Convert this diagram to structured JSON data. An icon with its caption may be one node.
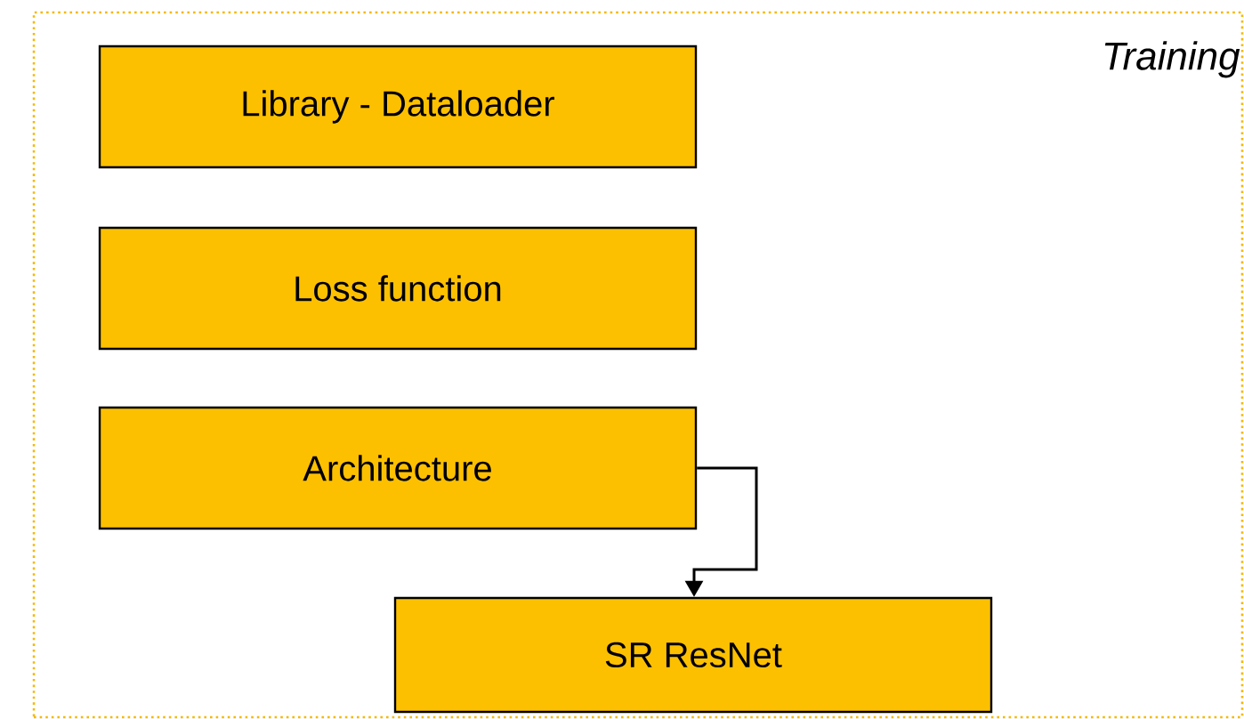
{
  "diagram": {
    "nodes": [
      {
        "text": [
          "Training"
        ]
      },
      {
        "text": [
          "Library - Dataloader"
        ],
        "in": 0
      },
      {
        "text": [
          "Loss function"
        ],
        "in": 0
      },
      {
        "text": [
          "Architecture"
        ],
        "in": 0
      },
      {
        "text": [
          "SR ResNet"
        ],
        "in": 0
      }
    ],
    "edges": [
      {
        "from": 3,
        "to": 4,
        "arrow": "to"
      }
    ]
  }
}
